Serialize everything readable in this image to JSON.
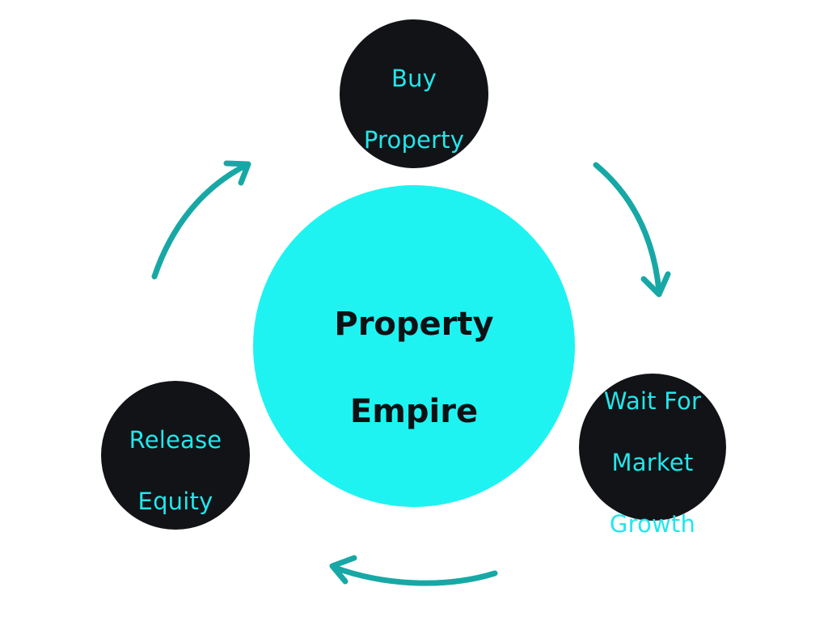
{
  "diagram": {
    "center": {
      "label_line1": "Property",
      "label_line2": "Empire"
    },
    "nodes": {
      "buy": {
        "label_line1": "Buy",
        "label_line2": "Property"
      },
      "wait": {
        "label_line1": "Wait For",
        "label_line2": "Market",
        "label_line3": "Growth"
      },
      "release": {
        "label_line1": "Release",
        "label_line2": "Equity"
      }
    },
    "colors": {
      "center_fill": "#1ef3f2",
      "node_fill": "#111316",
      "node_text": "#22e6ec",
      "center_text": "#0e1114",
      "arrow": "#17a8a6"
    }
  }
}
